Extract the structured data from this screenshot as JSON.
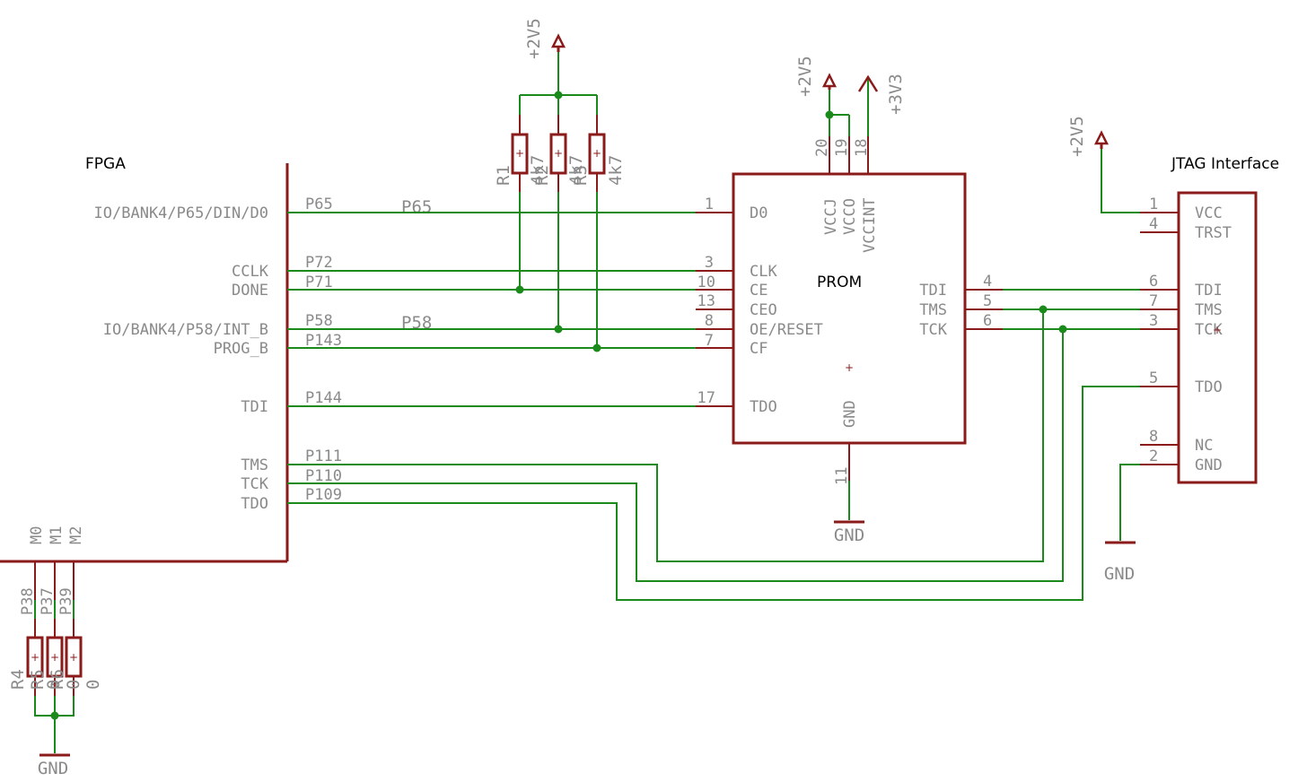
{
  "fpga": {
    "title": "FPGA",
    "pins": [
      "IO/BANK4/P65/DIN/D0",
      "CCLK",
      "DONE",
      "IO/BANK4/P58/INT_B",
      "PROG_B",
      "TDI",
      "TMS",
      "TCK",
      "TDO"
    ],
    "mode_pins": [
      "M0",
      "M1",
      "M2"
    ]
  },
  "prom": {
    "title": "PROM",
    "left_pins": [
      "D0",
      "CLK",
      "CE",
      "CEO",
      "OE/RESET",
      "CF",
      "TDO"
    ],
    "right_pins": [
      "TDI",
      "TMS",
      "TCK"
    ],
    "supply_pins": [
      "VCCJ",
      "VCCO",
      "VCCINT"
    ],
    "gnd_pin": "GND",
    "left_pin_numbers": [
      "1",
      "3",
      "10",
      "13",
      "8",
      "7",
      "17"
    ],
    "right_pin_numbers": [
      "4",
      "5",
      "6"
    ],
    "supply_pin_numbers": [
      "20",
      "19",
      "18"
    ],
    "gnd_pin_number": "11"
  },
  "jtag": {
    "title": "JTAG Interface",
    "pins": [
      "VCC",
      "TRST",
      "TDI",
      "TMS",
      "TCK",
      "TDO",
      "NC",
      "GND"
    ],
    "pin_numbers": [
      "1",
      "4",
      "6",
      "7",
      "3",
      "5",
      "8",
      "2"
    ]
  },
  "nets": {
    "fpga_signals": [
      "P65",
      "P72",
      "P71",
      "P58",
      "P143",
      "P144",
      "P111",
      "P110",
      "P109"
    ],
    "net_labels": [
      "P65",
      "P58"
    ],
    "mode_signals": [
      "P38",
      "P37",
      "P39"
    ]
  },
  "power": {
    "supply_2v5": "+2V5",
    "supply_3v3": "+3V3",
    "ground": "GND"
  },
  "resistors": {
    "pullups": [
      {
        "name": "R1",
        "value": "4k7"
      },
      {
        "name": "R2",
        "value": "4k7"
      },
      {
        "name": "R3",
        "value": "4k7"
      }
    ],
    "mode": [
      {
        "name": "R4",
        "value": "0"
      },
      {
        "name": "R5",
        "value": "0"
      },
      {
        "name": "R6",
        "value": "0"
      }
    ]
  },
  "colors": {
    "component": "#8b1a1a",
    "wire": "#1a8a1a",
    "label": "#8a8a8a",
    "name": "#000000"
  }
}
